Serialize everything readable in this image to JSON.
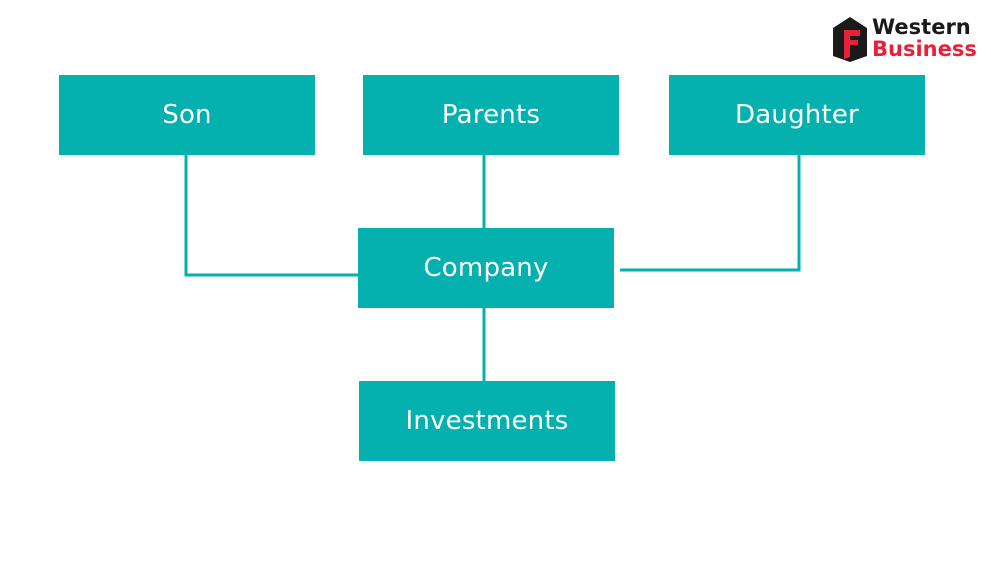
{
  "colors": {
    "node_fill": "#04B1AF",
    "connector": "#04B1AF",
    "node_text": "#FFFFFF",
    "logo_dark": "#1A1A1A",
    "logo_red": "#E8213A"
  },
  "nodes": {
    "son": "Son",
    "parents": "Parents",
    "daughter": "Daughter",
    "company": "Company",
    "investments": "Investments"
  },
  "logo": {
    "line1": "Western",
    "line2": "Business",
    "mark_icon": "house-shield-icon"
  }
}
